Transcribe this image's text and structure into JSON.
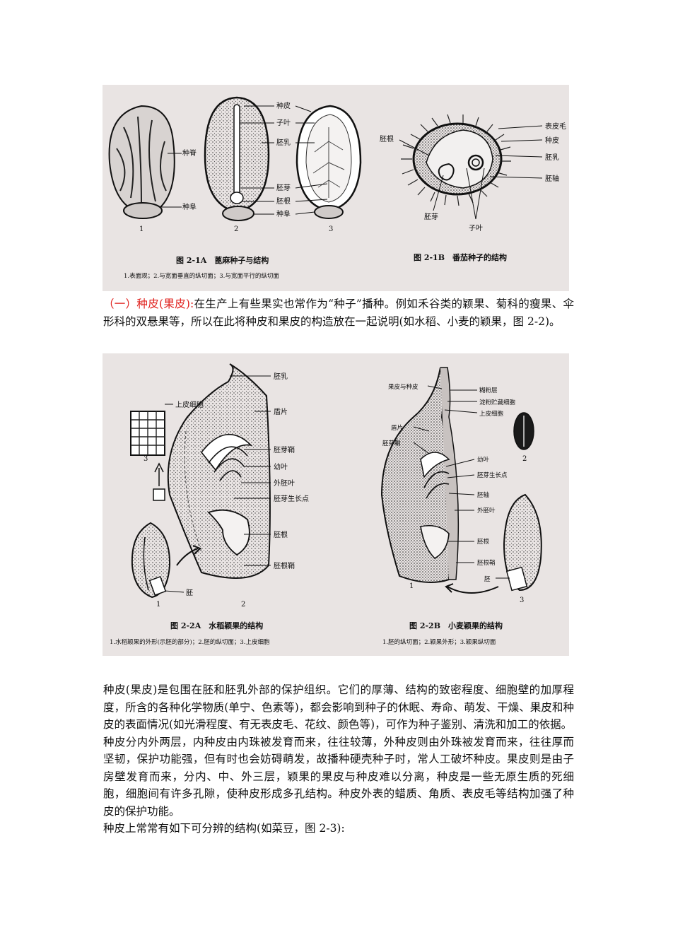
{
  "figure1": {
    "labels_a": [
      "种脊",
      "种阜",
      "种皮",
      "子叶",
      "胚乳",
      "胚芽",
      "胚根",
      "种阜"
    ],
    "numbers_a": [
      "1",
      "2",
      "3"
    ],
    "labels_b": [
      "表皮毛",
      "种皮",
      "胚乳",
      "胚根",
      "胚轴",
      "胚芽",
      "子叶"
    ],
    "caption_a": "图 2-1A　蓖麻种子与结构",
    "sub_a": "1.表面观；2.与宽面垂直的纵切面；3.与宽面平行的纵切面",
    "caption_b": "图 2-1B　番茄种子的结构"
  },
  "section": {
    "heading": "（一）种皮(果皮):",
    "text": "在生产上有些果实也常作为“种子”播种。例如禾谷类的颖果、菊科的瘦果、伞形科的双悬果等，所以在此将种皮和果皮的构造放在一起说明(如水稻、小麦的颖果，图 2-2)。"
  },
  "figure2": {
    "labels_a": [
      "胚乳",
      "上皮细胞",
      "盾片",
      "胚芽鞘",
      "幼叶",
      "外胚叶",
      "胚芽生长点",
      "胚根",
      "胚根鞘",
      "胚"
    ],
    "numbers_a": [
      "3",
      "1",
      "2"
    ],
    "caption_a": "图 2-2A　水稻颖果的结构",
    "sub_a": "1.水稻颖果的外形(示胚的部分)；2.胚的纵切面；3.上皮细胞",
    "labels_b": [
      "果皮与种皮",
      "糊粉层",
      "淀粉贮藏细胞",
      "上皮细胞",
      "盾片",
      "胚芽鞘",
      "幼叶",
      "胚芽生长点",
      "胚轴",
      "外胚叶",
      "胚根",
      "胚根鞘",
      "胚"
    ],
    "numbers_b": [
      "2",
      "1",
      "3"
    ],
    "caption_b": "图 2-2B　小麦颖果的结构",
    "sub_b": "1.胚的纵切面；2.颖果外形；3.颖果纵切面"
  },
  "body": {
    "p1": "种皮(果皮)是包围在胚和胚乳外部的保护组织。它们的厚薄、结构的致密程度、细胞壁的加厚程度，所含的各种化学物质(单宁、色素等)，都会影响到种子的休眠、寿命、萌发、干燥、果皮和种皮的表面情况(如光滑程度、有无表皮毛、花纹、颜色等)，可作为种子鉴别、清洗和加工的依据。",
    "p2": "种皮分内外两层，内种皮由内珠被发育而来，往往较薄，外种皮则由外珠被发育而来，往往厚而坚韧，保护功能强，但有时也会妨碍萌发，故播种硬壳种子时，常人工破坏种皮。果皮则是由子房壁发育而来，分内、中、外三层，颖果的果皮与种皮难以分离，种皮是一些无原生质的死细胞，细胞间有许多孔隙，使种皮形成多孔结构。种皮外表的蜡质、角质、表皮毛等结构加强了种皮的保护功能。",
    "p3": "种皮上常常有如下可分辨的结构(如菜豆，图 2-3):"
  }
}
